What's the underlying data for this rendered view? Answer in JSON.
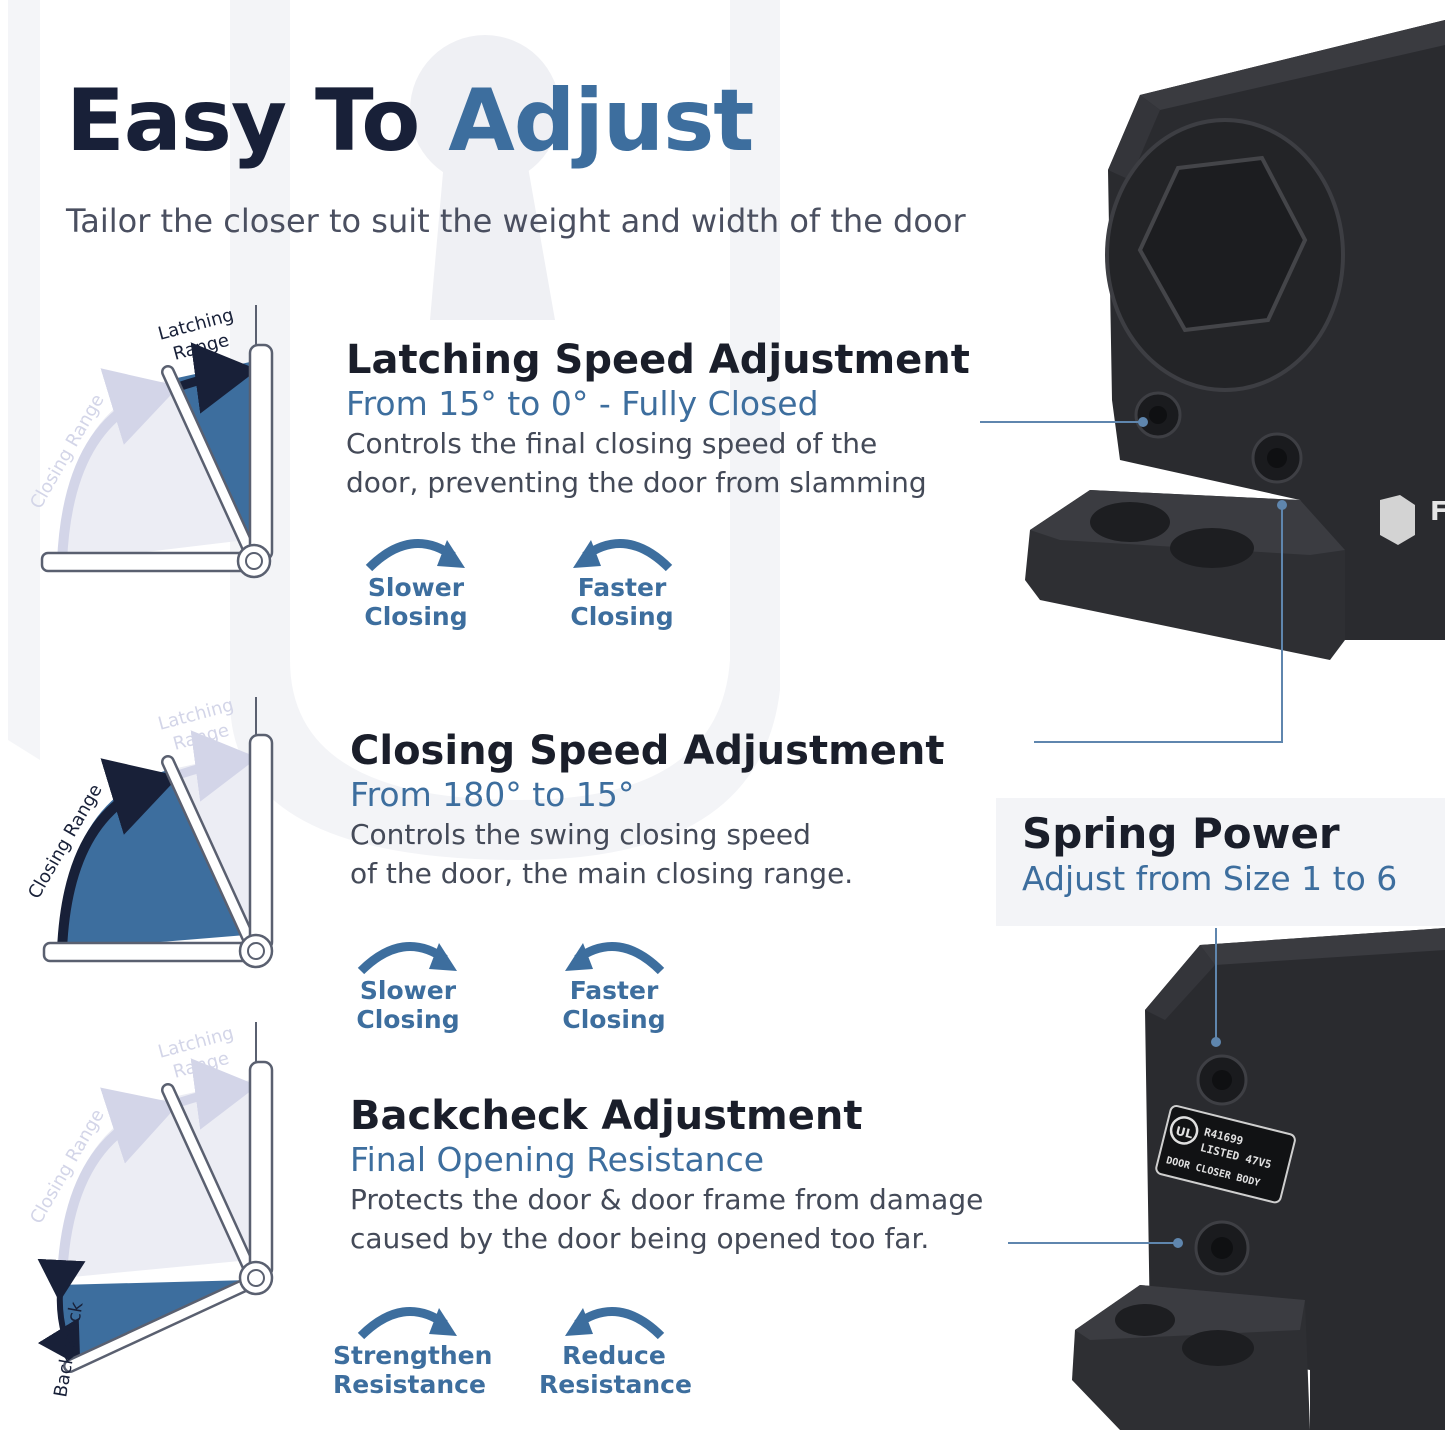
{
  "header": {
    "title_part1": "Easy To",
    "title_part2": "Adjust",
    "subtitle": "Tailor the closer to suit the weight and width of the door"
  },
  "sections": [
    {
      "heading": "Latching Speed Adjustment",
      "range": "From 15° to 0° - Fully Closed",
      "desc_line1": "Controls the final closing speed of the",
      "desc_line2": "door, preventing the door from slamming",
      "left_label_line1": "Slower",
      "left_label_line2": "Closing",
      "right_label_line1": "Faster",
      "right_label_line2": "Closing"
    },
    {
      "heading": "Closing Speed Adjustment",
      "range": "From 180° to 15°",
      "desc_line1": "Controls the swing closing speed",
      "desc_line2": "of the door, the main closing range.",
      "left_label_line1": "Slower",
      "left_label_line2": "Closing",
      "right_label_line1": "Faster",
      "right_label_line2": "Closing"
    },
    {
      "heading": "Backcheck Adjustment",
      "range": "Final Opening Resistance",
      "desc_line1": "Protects the door & door frame from damage",
      "desc_line2": "caused by the door being opened too far.",
      "left_label_line1": "Strengthen",
      "left_label_line2": "Resistance",
      "right_label_line1": "Reduce",
      "right_label_line2": "Resistance"
    }
  ],
  "spring": {
    "heading": "Spring Power",
    "range": "Adjust from Size 1 to 6"
  },
  "diagram_labels": {
    "latching_line1": "Latching",
    "latching_line2": "Range",
    "closing": "Closing Range",
    "backcheck": "Backcheck"
  },
  "product_label": {
    "line1": "R41699",
    "line2": "LISTED  47V5",
    "line3": "DOOR CLOSER BODY"
  },
  "colors": {
    "navy": "#182038",
    "accent_blue": "#3d6e9e",
    "pale_lilac": "#d3d5e8",
    "pale_fill": "#ecedf4",
    "closer_body": "#2a2b2f"
  }
}
